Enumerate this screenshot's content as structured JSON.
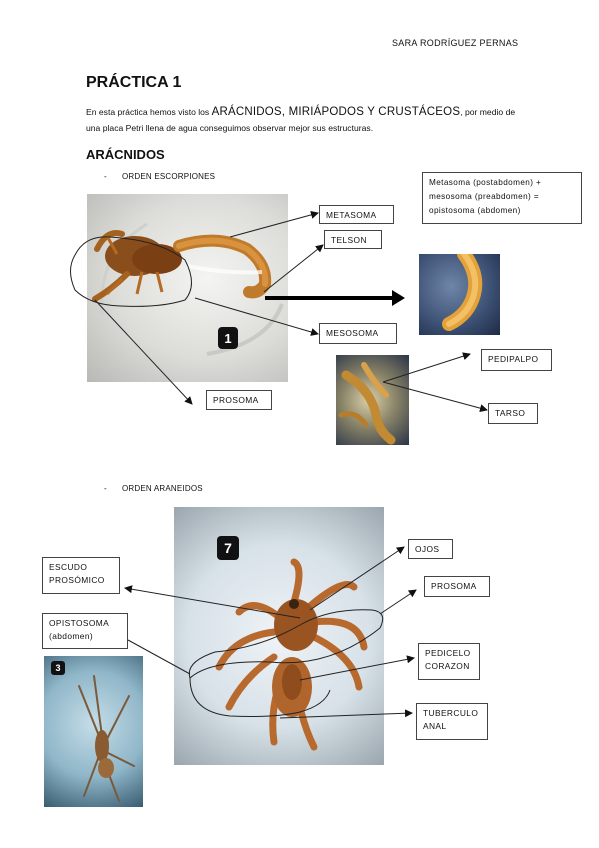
{
  "header": {
    "author": "SARA RODRÍGUEZ PERNAS"
  },
  "title": "PRÁCTICA 1",
  "intro": {
    "part1": "En esta práctica hemos visto los ",
    "highlight": "ARÁCNIDOS, MIRIÁPODOS Y CRUSTÁCEOS",
    "part2": ", por medio de una placa Petri llena de agua conseguimos observar mejor sus estructuras."
  },
  "section": "ARÁCNIDOS",
  "orders": [
    {
      "dash": "-",
      "label": "ORDEN ESCORPIONES"
    },
    {
      "dash": "-",
      "label": "ORDEN ARANEIDOS"
    }
  ],
  "scorpion": {
    "note": "Metasoma (postabdomen) + mesosoma (preabdomen) = opistosoma (abdomen)",
    "photo_number": "1",
    "labels": {
      "metasoma": "METASOMA",
      "telson": "TELSON",
      "mesosoma": "MESOSOMA",
      "prosoma": "PROSOMA",
      "pedipalpo": "PEDIPALPO",
      "tarso": "TARSO"
    }
  },
  "spider": {
    "photo_number": "7",
    "small_photo_number": "3",
    "labels": {
      "ojos": "OJOS",
      "escudo": "ESCUDO PROSÓMICO",
      "prosoma": "PROSOMA",
      "opistosoma": "OPISTOSOMA (abdomen)",
      "pedicelo": "PEDICELO CORAZON",
      "tuberculo": "TUBERCULO ANAL"
    }
  }
}
